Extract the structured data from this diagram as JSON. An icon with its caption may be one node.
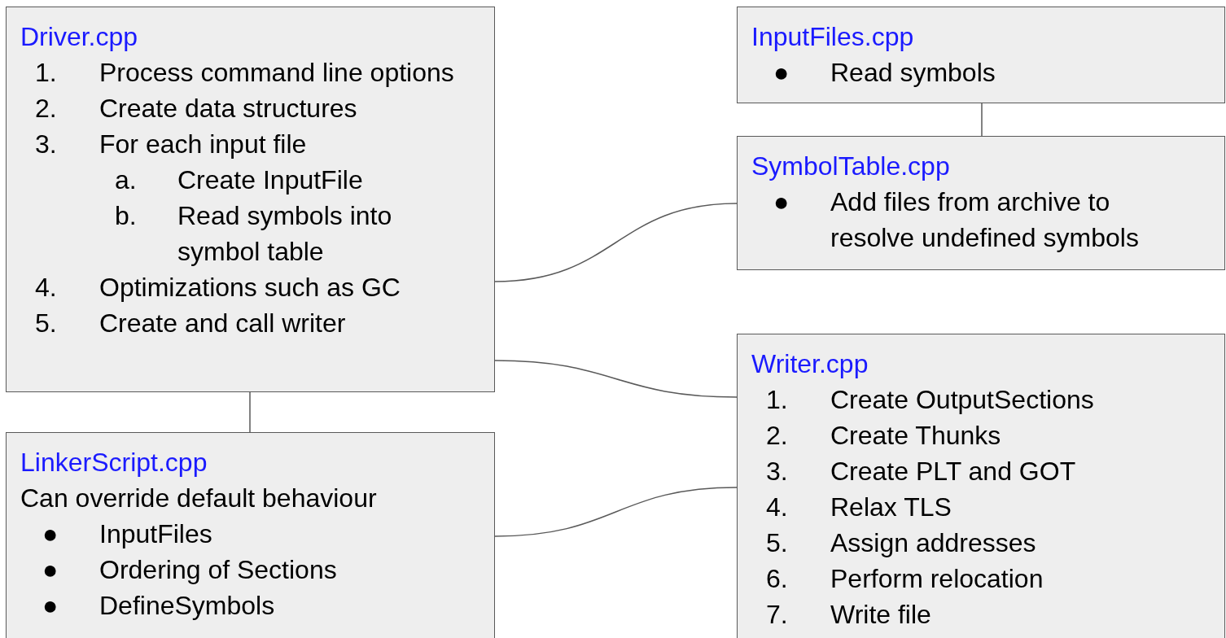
{
  "diagram": {
    "nodes": [
      {
        "text": [
          "Driver.cpp",
          "1. Process command line options",
          "2. Create data structures",
          "3. For each input file",
          "a. Create InputFile",
          "b. Read symbols into symbol table",
          "4. Optimizations such as GC",
          "5. Create and call writer"
        ]
      },
      {
        "text": [
          "InputFiles.cpp",
          "● Read symbols"
        ]
      },
      {
        "text": [
          "SymbolTable.cpp",
          "● Add files from archive to resolve undefined symbols"
        ]
      },
      {
        "text": [
          "Writer.cpp",
          "1. Create OutputSections",
          "2. Create Thunks",
          "3. Create PLT and GOT",
          "4. Relax TLS",
          "5. Assign addresses",
          "6. Perform relocation",
          "7. Write file"
        ]
      },
      {
        "text": [
          "LinkerScript.cpp",
          "Can override default behaviour",
          "● InputFiles",
          "● Ordering of Sections",
          "● DefineSymbols"
        ]
      }
    ],
    "edges": [
      {
        "from": 1,
        "to": 2,
        "arrow": "none"
      },
      {
        "from": 0,
        "to": 2,
        "arrow": "none"
      },
      {
        "from": 0,
        "to": 3,
        "arrow": "none"
      },
      {
        "from": 0,
        "to": 4,
        "arrow": "none"
      },
      {
        "from": 4,
        "to": 3,
        "arrow": "none"
      }
    ]
  }
}
